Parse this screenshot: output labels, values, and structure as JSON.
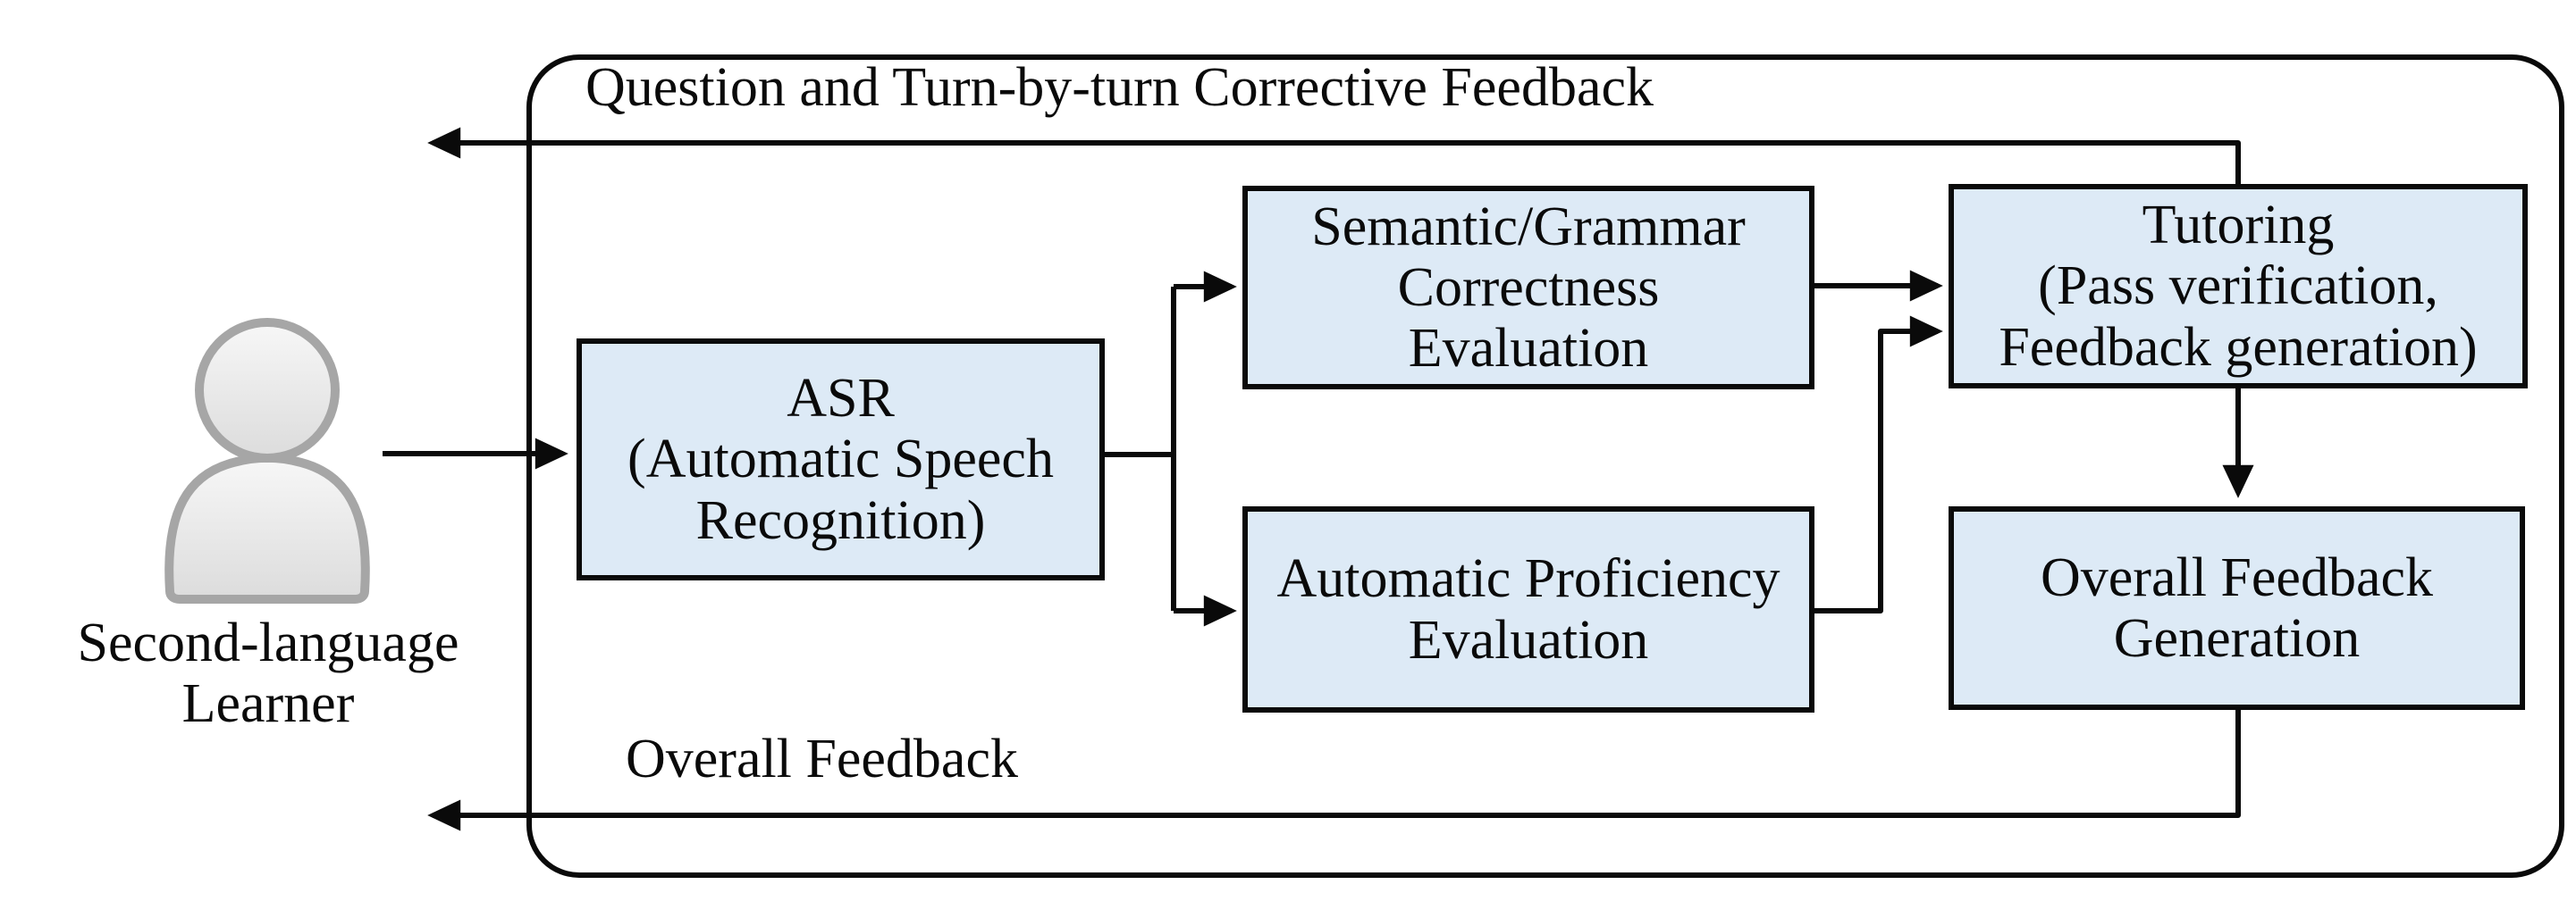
{
  "figure": {
    "top_feedback_label": "Question and Turn-by-turn Corrective Feedback",
    "bottom_feedback_label": "Overall Feedback",
    "learner": {
      "label_lines": [
        "Second-language",
        "Learner"
      ]
    },
    "boxes": {
      "asr": {
        "lines": [
          "ASR",
          "(Automatic Speech",
          "Recognition)"
        ]
      },
      "semantic_grammar": {
        "lines": [
          "Semantic/Grammar",
          "Correctness",
          "Evaluation"
        ]
      },
      "proficiency": {
        "lines": [
          "Automatic Proficiency",
          "Evaluation"
        ]
      },
      "tutoring": {
        "lines": [
          "Tutoring",
          "(Pass verification,",
          "Feedback generation)"
        ]
      },
      "overall_feedback": {
        "lines": [
          "Overall Feedback",
          "Generation"
        ]
      }
    },
    "colors": {
      "box_fill": "#ddeaf6",
      "box_border": "#0a0a0a",
      "connector": "#0a0a0a",
      "person_fill": "#eeeeee",
      "person_stroke": "#a6a6a6",
      "text": "#0a0a0a",
      "background": "#ffffff"
    }
  }
}
